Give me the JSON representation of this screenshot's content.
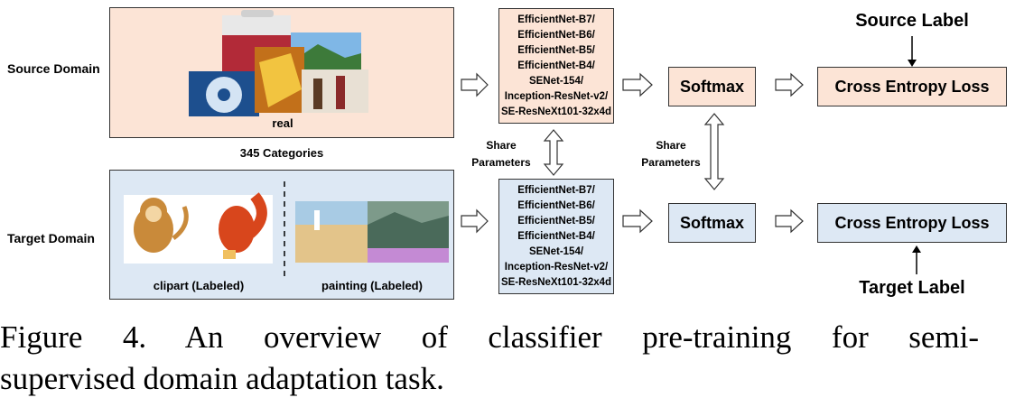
{
  "source_domain_label": "Source Domain",
  "target_domain_label": "Target Domain",
  "source_image_caption": "real",
  "categories_label": "345 Categories",
  "target_captions": [
    "clipart (Labeled)",
    "painting (Labeled)"
  ],
  "share_params_label_1": [
    "Share",
    "Parameters"
  ],
  "share_params_label_2": [
    "Share",
    "Parameters"
  ],
  "network_lines": [
    "EfficientNet-B7/",
    "EfficientNet-B6/",
    "EfficientNet-B5/",
    "EfficientNet-B4/",
    "SENet-154/",
    "Inception-ResNet-v2/",
    "SE-ResNeXt101-32x4d"
  ],
  "softmax_label": "Softmax",
  "loss_label": "Cross Entropy Loss",
  "source_label": "Source Label",
  "target_label": "Target Label",
  "caption_line1": "Figure 4. An overview of classifier pre-training for semi-",
  "caption_line2": "supervised domain adaptation task.",
  "colors": {
    "source_fill": "#fce4d6",
    "target_fill": "#dde8f4",
    "border": "#333333"
  }
}
